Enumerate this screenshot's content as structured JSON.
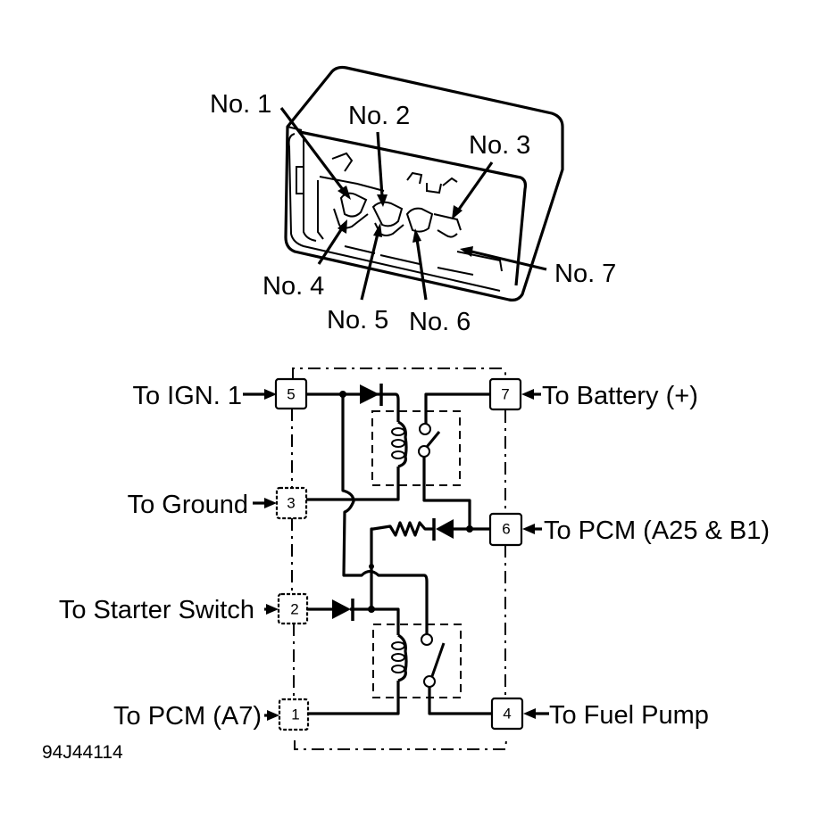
{
  "connector_view": {
    "callouts": [
      {
        "id": "no1",
        "label": "No. 1"
      },
      {
        "id": "no2",
        "label": "No. 2"
      },
      {
        "id": "no3",
        "label": "No. 3"
      },
      {
        "id": "no4",
        "label": "No. 4"
      },
      {
        "id": "no5",
        "label": "No. 5"
      },
      {
        "id": "no6",
        "label": "No. 6"
      },
      {
        "id": "no7",
        "label": "No. 7"
      }
    ]
  },
  "schematic": {
    "terminals": [
      {
        "pin": "5",
        "label": "To IGN. 1"
      },
      {
        "pin": "3",
        "label": "To Ground"
      },
      {
        "pin": "2",
        "label": "To Starter Switch"
      },
      {
        "pin": "1",
        "label": "To PCM (A7)"
      },
      {
        "pin": "7",
        "label": "To Battery (+)"
      },
      {
        "pin": "6",
        "label": "To PCM (A25 & B1)"
      },
      {
        "pin": "4",
        "label": "To Fuel Pump"
      }
    ]
  },
  "figure_code": "94J44114"
}
